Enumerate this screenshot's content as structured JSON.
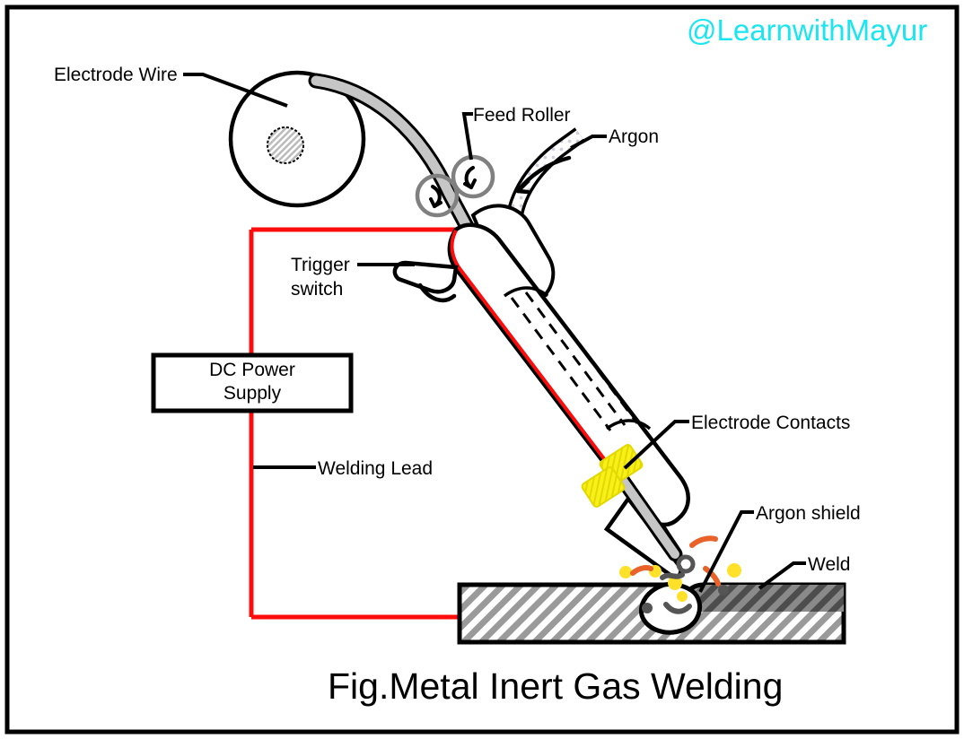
{
  "figure": {
    "caption": "Fig.Metal Inert Gas Welding",
    "watermark": "@LearnwithMayur",
    "border_color": "#000000",
    "background_color": "#ffffff"
  },
  "labels": {
    "electrode_wire": "Electrode Wire",
    "feed_roller": "Feed Roller",
    "argon": "Argon",
    "trigger_line1": "Trigger",
    "trigger_line2": "switch",
    "dc_power_line1": "DC Power",
    "dc_power_line2": "Supply",
    "welding_lead": "Welding Lead",
    "electrode_contacts": "Electrode Contacts",
    "argon_shield": "Argon shield",
    "weld": "Weld"
  },
  "colors": {
    "lead_red": "#fc0d0d",
    "contact_yellow": "#f7f019",
    "wire_gray": "#c6c6c6",
    "roller_gray": "#808080",
    "hatch_gray": "#9a9a9a",
    "weld_bead_gray": "#666666",
    "spatter_yellow": "#ffe12a",
    "spatter_orange": "#e8622a",
    "spatter_dark": "#555555",
    "watermark_cyan": "#1ae5f0",
    "outline_black": "#000000"
  },
  "components": {
    "spool": "wire-spool",
    "feed_rollers": 2,
    "torch": "mig-torch",
    "gas_hose": "argon-hose",
    "power_supply": "dc-power-supply",
    "workpiece": "hatched-workpiece",
    "weld_pool": "molten-weld-pool"
  }
}
